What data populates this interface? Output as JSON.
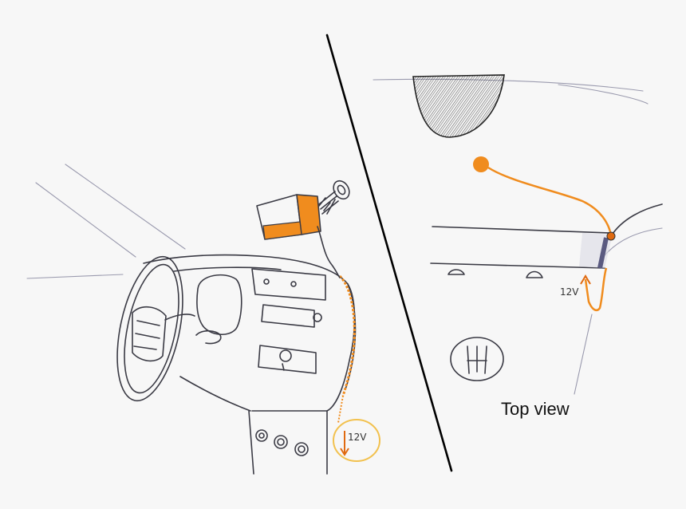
{
  "labels": {
    "dash_voltage": "12V",
    "top_voltage": "12V",
    "top_view_caption": "Top view"
  },
  "colors": {
    "cable": "#f08c1e",
    "cable_dark": "#e06a10",
    "highlight": "#f2c14e",
    "ink": "#3a3a44",
    "divider": "#000000"
  }
}
